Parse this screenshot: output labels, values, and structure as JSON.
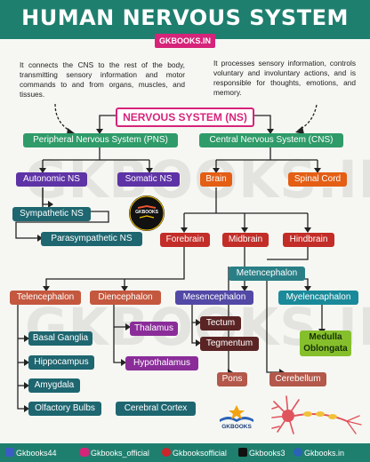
{
  "title": "HUMAN NERVOUS SYSTEM",
  "site_badge": "GKBOOKS.IN",
  "watermark": [
    "GKBOOKS.IN",
    "GKBOOKS.IN"
  ],
  "notes": {
    "pns": "It connects the CNS to the rest of the body, transmitting sensory information and motor commands to and from organs, muscles, and tissues.",
    "cns": "It processes sensory information, controls voluntary and involuntary actions, and is responsible for thoughts, emotions, and memory."
  },
  "nodes": {
    "ns": "NERVOUS SYSTEM (NS)",
    "pns": "Peripheral Nervous System (PNS)",
    "cns": "Central Nervous System (CNS)",
    "autonomic": "Autonomic NS",
    "somatic": "Somatic NS",
    "sympathetic": "Sympathetic NS",
    "parasympathetic": "Parasympathetic NS",
    "brain": "Brain",
    "spinal_cord": "Spinal Cord",
    "forebrain": "Forebrain",
    "midbrain": "Midbrain",
    "hindbrain": "Hindbrain",
    "metencephalon": "Metencephalon",
    "telencephalon": "Telencephalon",
    "diencephalon": "Diencephalon",
    "mesencephalon": "Mesencephalon",
    "myelencephalon": "Myelencaphalon",
    "thalamus": "Thalamus",
    "hypothalamus": "Hypothalamus",
    "tectum": "Tectum",
    "tegmentum": "Tegmentum",
    "medulla_1": "Medulla",
    "medulla_2": "Oblongata",
    "pons": "Pons",
    "cerebellum": "Cerebellum",
    "basal_ganglia": "Basal Ganglia",
    "hippocampus": "Hippocampus",
    "amygdala": "Amygdala",
    "olfactory_bulbs": "Olfactory Bulbs",
    "cerebral_cortex": "Cerebral Cortex"
  },
  "badge_text": "GKBOOKS",
  "logo_text": "GKBOOKS",
  "footer": {
    "facebook": "Gkbooks44",
    "instagram": "Gkbooks_official",
    "pinterest": "Gkbooksofficial",
    "x": "Gkbooks3",
    "web": "Gkbooks.in"
  },
  "colors": {
    "header": "#1f7f6e",
    "accent": "#d6247a"
  },
  "icons": [
    "facebook-icon",
    "instagram-icon",
    "pinterest-icon",
    "x-icon",
    "globe-icon"
  ]
}
